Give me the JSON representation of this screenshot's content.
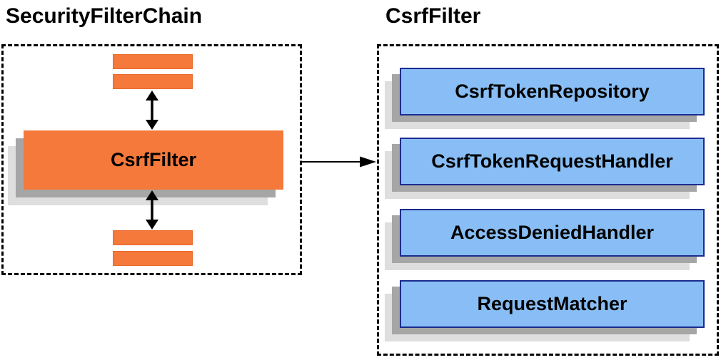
{
  "left_panel": {
    "title": "SecurityFilterChain",
    "csrf_filter_label": "CsrfFilter"
  },
  "right_panel": {
    "title": "CsrfFilter",
    "components": [
      "CsrfTokenRepository",
      "CsrfTokenRequestHandler",
      "AccessDeniedHandler",
      "RequestMatcher"
    ]
  },
  "colors": {
    "orange": "#f5793b",
    "orange_border": "#e8692a",
    "blue": "#88bef5",
    "blue_border": "#1b2c8e",
    "shadow_dark": "#a6a6a6",
    "shadow_light": "#dedede",
    "line_black": "#000000"
  }
}
